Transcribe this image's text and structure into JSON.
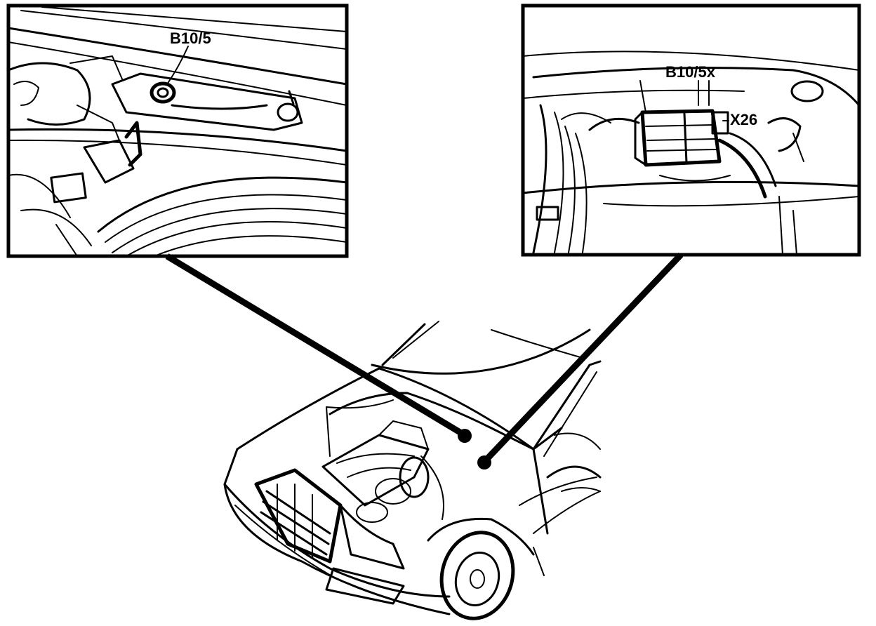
{
  "diagram": {
    "callouts": [
      {
        "id": "left-detail",
        "label": "B10/5"
      },
      {
        "id": "right-detail",
        "labels": [
          "B10/5x",
          "X26"
        ]
      }
    ]
  },
  "colors": {
    "ink": "#000000",
    "paper": "#ffffff"
  }
}
